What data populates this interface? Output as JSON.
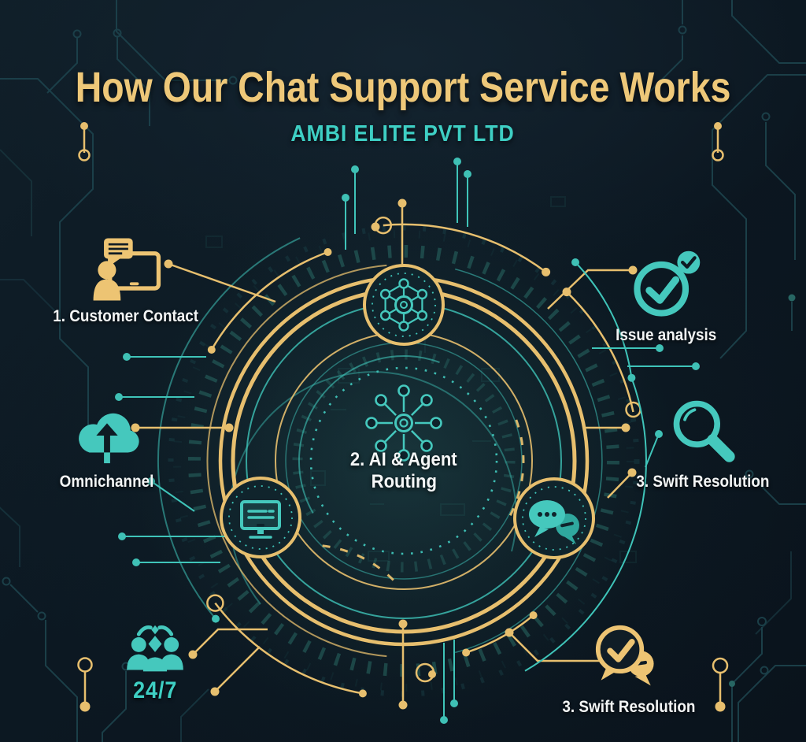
{
  "header": {
    "title": "How Our Chat Support Service Works",
    "subtitle": "AMBI ELITE PVT LTD"
  },
  "center_node": {
    "line1": "2. AI & Agent",
    "line2": "Routing",
    "icon": "hub-network-icon"
  },
  "ring_badges": {
    "top": {
      "icon": "molecule-network-icon"
    },
    "left": {
      "icon": "monitor-icon"
    },
    "right": {
      "icon": "chat-bubbles-icon"
    }
  },
  "step_nodes": {
    "customer_contact": {
      "label": "1. Customer Contact",
      "icon": "customer-contact-icon",
      "accent": "#e9c26f"
    },
    "issue_analysis": {
      "label": "Issue analysis",
      "icon": "issue-analysis-icon",
      "accent": "#45c8bd"
    },
    "omnichannel": {
      "label": "Omnichannel",
      "icon": "cloud-upload-icon",
      "accent": "#45c8bd"
    },
    "swift_resolution_right": {
      "label": "3. Swift Resolution",
      "icon": "magnifier-icon",
      "accent": "#45c8bd"
    },
    "support_hours": {
      "label": "24/7",
      "icon": "team-icon",
      "accent": "#45c8bd"
    },
    "swift_resolution_bottom": {
      "label": "3. Swift Resolution",
      "icon": "chat-check-icon",
      "accent": "#e9c26f"
    }
  },
  "colors": {
    "background": "#0c1822",
    "gold": "#e9c26f",
    "teal": "#45c8bd",
    "teal_dim": "#2a6b68",
    "label_text": "#f3f5f5"
  }
}
